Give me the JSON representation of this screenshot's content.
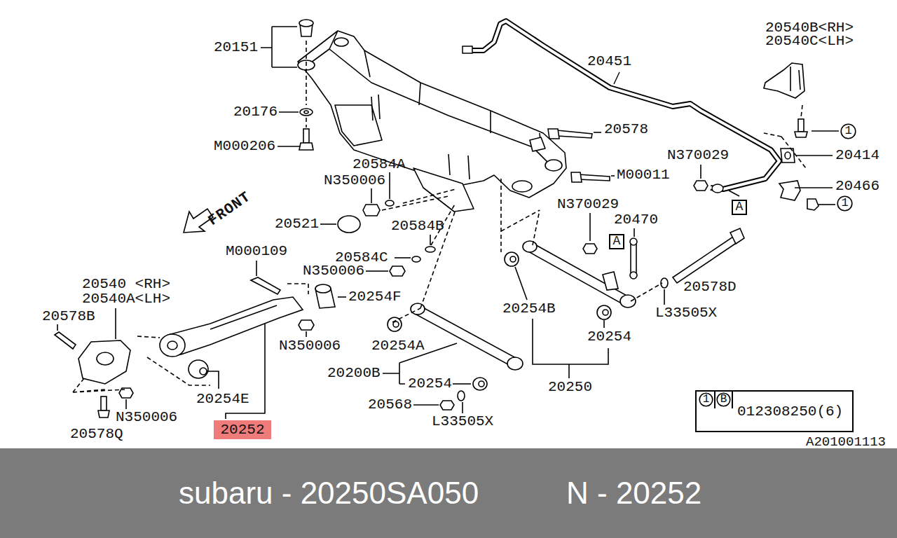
{
  "diagram": {
    "nodes": [
      {
        "text": [
          "20252"
        ]
      },
      {
        "text": [
          "A"
        ]
      },
      {
        "text": [
          "A"
        ]
      },
      {
        "text": [
          "1"
        ]
      },
      {
        "text": [
          "1"
        ]
      },
      {
        "text": [
          "012308250(6)"
        ]
      },
      {
        "text": [
          "1"
        ],
        "in": 5
      },
      {
        "text": [
          "B"
        ],
        "in": 5
      },
      {
        "text": [
          "subaru - 20250SA050",
          "N - 20252"
        ]
      }
    ],
    "labels": [
      "20151",
      "20540B<RH>",
      "20540C<LH>",
      "20451",
      "20176",
      "20578",
      "M000206",
      "N370029",
      "20414",
      "20584A",
      "M00011",
      "N350006",
      "20466",
      "FRONT",
      "N370029",
      "20470",
      "20521",
      "20584B",
      "M000109",
      "20584C",
      "N350006",
      "20540 <RH>",
      "20578D",
      "20254F",
      "20540A<LH>",
      "20254B",
      "L33505X",
      "20578B",
      "20254",
      "N350006",
      "20254A",
      "20200B",
      "20254",
      "20250",
      "20254E",
      "20568",
      "N350006",
      "L33505X",
      "20578Q",
      "A201001113"
    ]
  }
}
